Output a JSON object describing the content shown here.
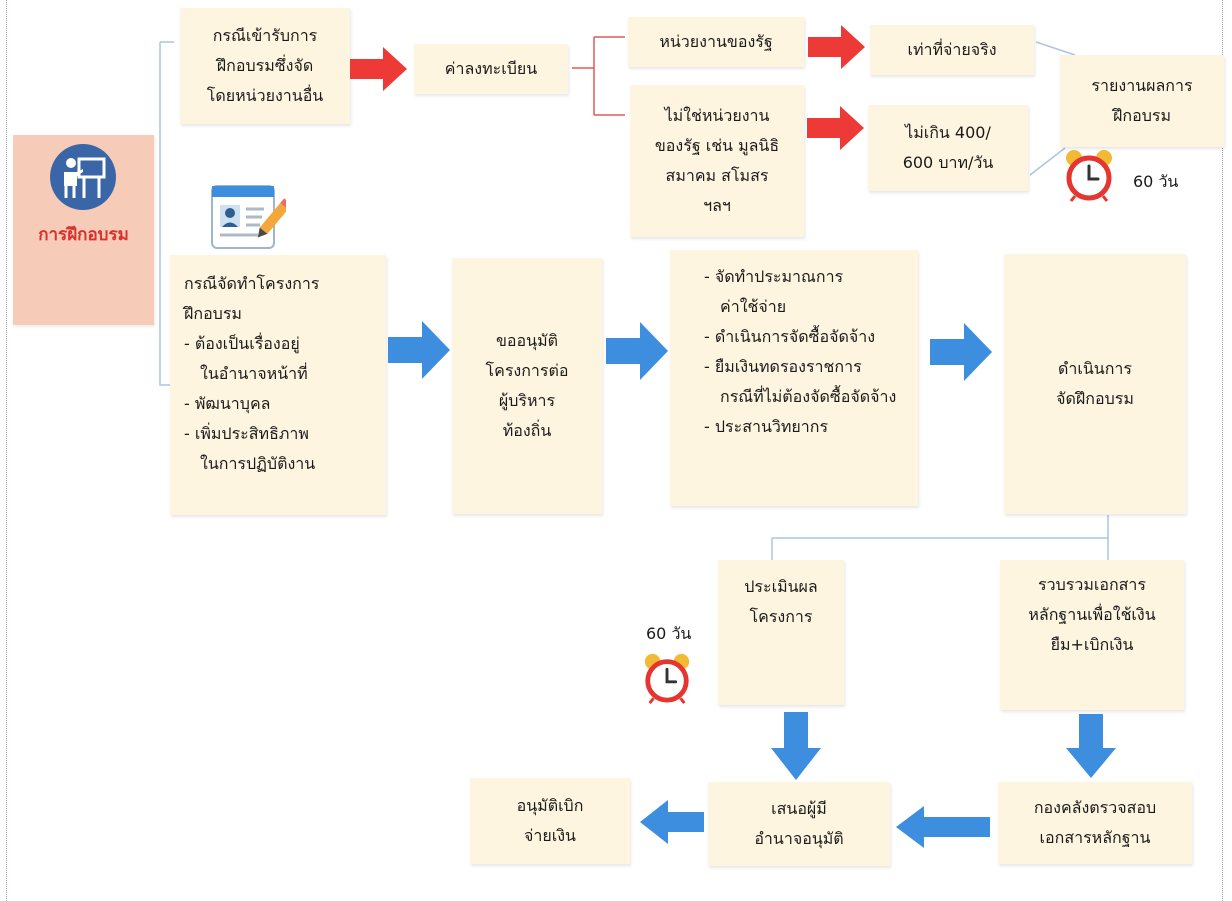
{
  "root": {
    "label": "การฝึกอบรม",
    "icon": "presenter-icon"
  },
  "external": {
    "case": [
      "กรณีเข้ารับการ",
      "ฝึกอบรมซึ่งจัด",
      "โดยหน่วยงานอื่น"
    ],
    "fee": "ค่าลงทะเบียน",
    "gov": "หน่วยงานของรัฐ",
    "gov_result": "เท่าที่จ่ายจริง",
    "nongov": [
      "ไม่ใช่หน่วยงาน",
      "ของรัฐ เช่น มูลนิธิ",
      "สมาคม สโมสร",
      "ฯลฯ"
    ],
    "nongov_result": [
      "ไม่เกิน 400/",
      "600 บาท/วัน"
    ],
    "report": [
      "รายงานผลการ",
      "ฝึกอบรม"
    ],
    "report_days": "60 วัน"
  },
  "internal": {
    "case": {
      "title": [
        "กรณีจัดทำโครงการ",
        "ฝึกอบรม"
      ],
      "items": [
        "- ต้องเป็นเรื่องอยู่",
        "ในอำนาจหน้าที่",
        "- พัฒนาบุคล",
        "- เพิ่มประสิทธิภาพ",
        "ในการปฏิบัติงาน"
      ]
    },
    "approve": [
      "ขออนุมัติ",
      "โครงการต่อ",
      "ผู้บริหาร",
      "ท้องถิ่น"
    ],
    "prepare": [
      "- จัดทำประมาณการ",
      "ค่าใช้จ่าย",
      "- ดำเนินการจัดซื้อจัดจ้าง",
      "- ยืมเงินทดรองราชการ",
      "กรณีที่ไม่ต้องจัดซื้อจัดจ้าง",
      "- ประสานวิทยากร"
    ],
    "conduct": [
      "ดำเนินการ",
      "จัดฝึกอบรม"
    ],
    "evaluate": [
      "ประเมินผล",
      "โครงการ"
    ],
    "evaluate_days": "60 วัน",
    "collect": [
      "รวบรวมเอกสาร",
      "หลักฐานเพื่อใช้เงิน",
      "ยืม+เบิกเงิน"
    ],
    "treasury": [
      "กองคลังตรวจสอบ",
      "เอกสารหลักฐาน"
    ],
    "propose": [
      "เสนอผู้มี",
      "อำนาจอนุมัติ"
    ],
    "disburse": [
      "อนุมัติเบิก",
      "จ่ายเงิน"
    ]
  },
  "icons": [
    "clock-icon",
    "document-icon",
    "red-arrow-icon",
    "blue-arrow-icon"
  ],
  "colors": {
    "box": "#fdf5df",
    "root_box": "#f6ccb8",
    "root_text": "#d9322c",
    "red_arrow": "#ee3a36",
    "blue_arrow": "#3e8ee0",
    "connector": "#e05a5a",
    "thin_line": "#a9c6e3"
  }
}
